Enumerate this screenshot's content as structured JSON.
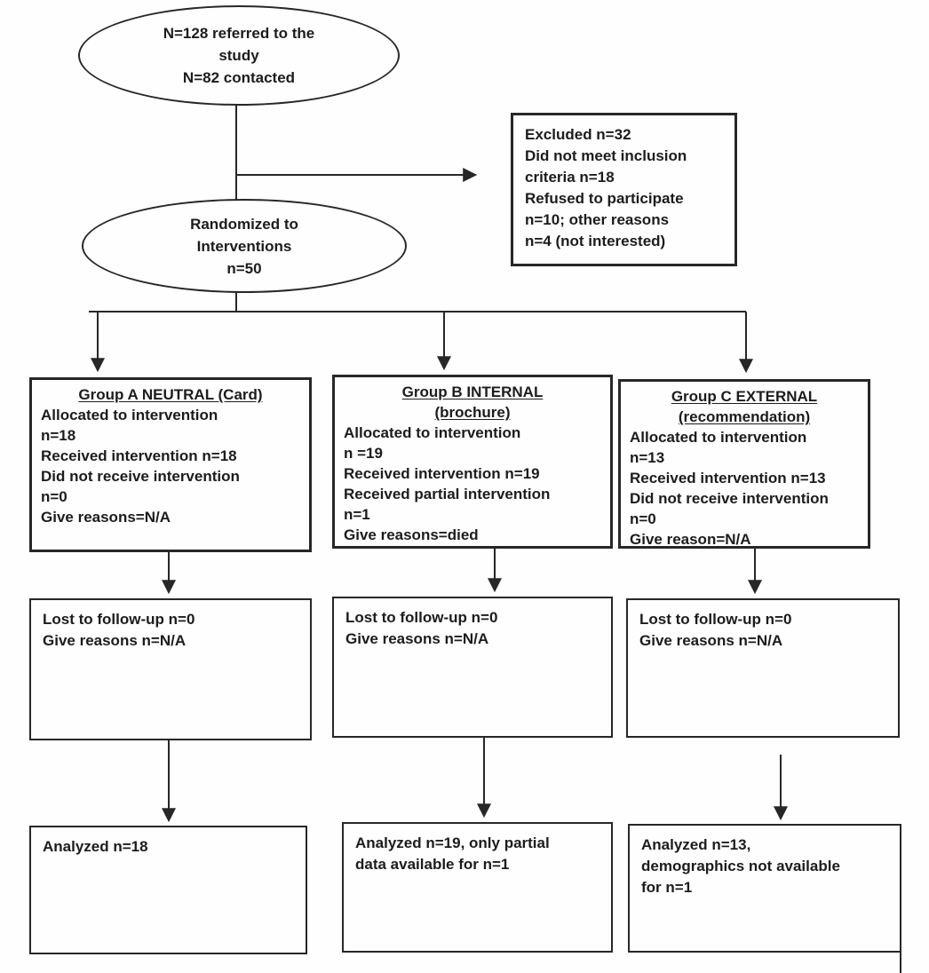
{
  "colors": {
    "ink": "#1c1c1c",
    "line": "#272727",
    "background": "#fefefe"
  },
  "nodes": {
    "referred": {
      "text": "N=128 referred to the\nstudy\nN=82 contacted"
    },
    "excluded": {
      "text": "Excluded n=32\nDid not meet inclusion\ncriteria n=18\nRefused to participate\nn=10; other reasons\nn=4 (not interested)"
    },
    "randomized": {
      "text": "Randomized to\nInterventions\nn=50"
    },
    "group_a": {
      "title": "Group A NEUTRAL (Card)",
      "body": "Allocated to intervention\nn=18\nReceived intervention n=18\nDid not receive intervention\nn=0\nGive reasons=N/A"
    },
    "group_b": {
      "title": "Group B INTERNAL\n(brochure)",
      "body": "Allocated to intervention\nn =19\nReceived intervention n=19\nReceived partial intervention\nn=1\nGive reasons=died"
    },
    "group_c": {
      "title": "Group C EXTERNAL\n(recommendation)",
      "body": "Allocated to intervention\nn=13\nReceived intervention n=13\nDid not receive intervention\nn=0\nGive reason=N/A"
    },
    "followup_a": {
      "text": "Lost to follow-up n=0\nGive reasons n=N/A"
    },
    "followup_b": {
      "text": "Lost to follow-up n=0\nGive reasons n=N/A"
    },
    "followup_c": {
      "text": "Lost to follow-up n=0\nGive reasons n=N/A"
    },
    "analyzed_a": {
      "text": "Analyzed n=18"
    },
    "analyzed_b": {
      "text": "Analyzed n=19, only partial\ndata available for n=1"
    },
    "analyzed_c": {
      "text": "Analyzed n=13,\ndemographics not available\nfor n=1"
    }
  }
}
